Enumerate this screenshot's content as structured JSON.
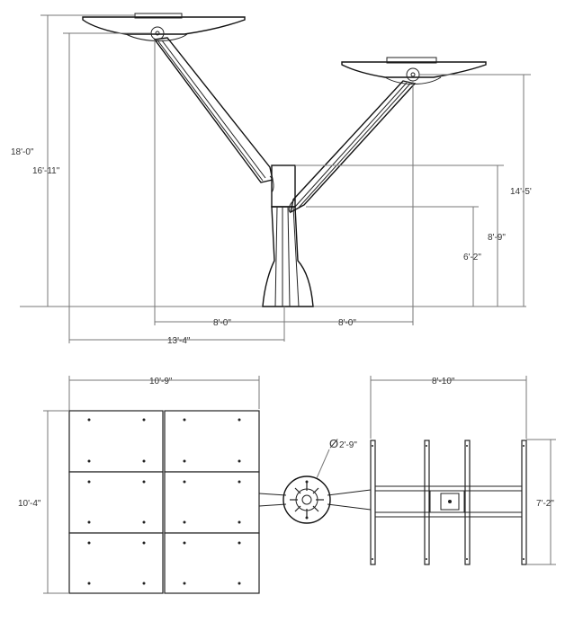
{
  "elevation": {
    "height_total": "18'-0\"",
    "height_left_mount": "16'-11\"",
    "height_right_mount": "14'-5'",
    "height_branch": "8'-9\"",
    "height_collar": "6'-2\"",
    "offset_left": "8'-0\"",
    "offset_right": "8'-0\"",
    "span_left": "13'-4\""
  },
  "plan": {
    "panel_width": "10'-9\"",
    "panel_depth": "10'-4\"",
    "base_diameter": "2'-9\"",
    "rack_width": "8'-10\"",
    "rack_depth": "7'-2\""
  },
  "symbols": {
    "diameter": "Ø"
  }
}
